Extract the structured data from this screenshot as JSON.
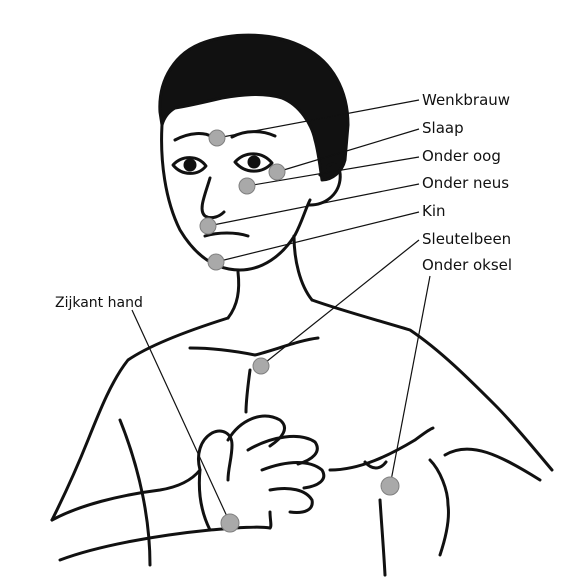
{
  "labels": {
    "wenkbrauw": "Wenkbrauw",
    "slaap": "Slaap",
    "onder_oog": "Onder oog",
    "onder_neus": "Onder neus",
    "kin": "Kin",
    "sleutelbeen": "Sleutelbeen",
    "onder_oksel": "Onder oksel",
    "zijkant_hand": "Zijkant hand"
  },
  "colors": {
    "line": "#111111",
    "point_fill": "#a9a9a9",
    "point_stroke": "#808080"
  }
}
